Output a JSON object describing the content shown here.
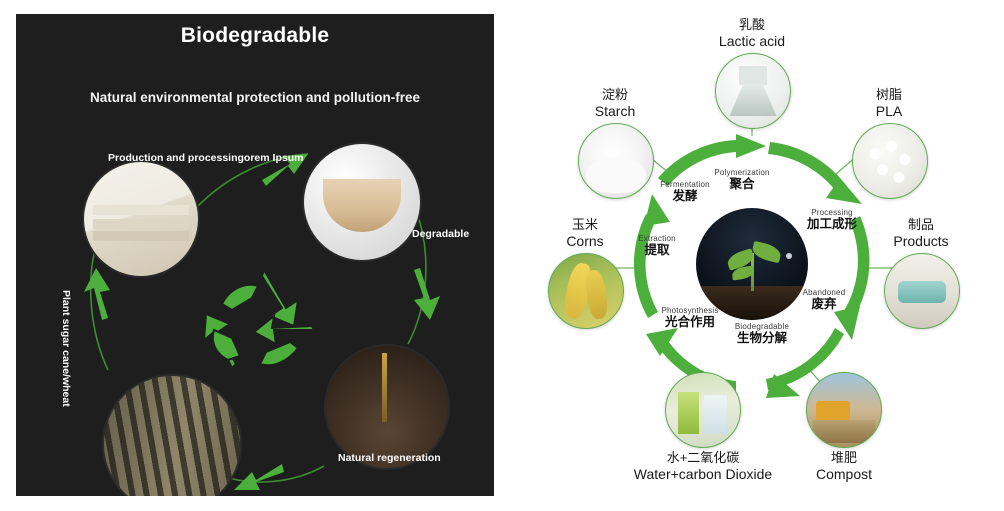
{
  "left_panel": {
    "title": "Biodegradable",
    "subtitle": "Natural environmental protection and pollution-free",
    "background_color": "#1e1e1e",
    "accent_color": "#4caf3c",
    "recycle_icon": "recycle-icon",
    "labels": [
      {
        "id": "production",
        "text": "Production and processingorem Ipsum"
      },
      {
        "id": "degradable",
        "text": "Degradable"
      },
      {
        "id": "regeneration",
        "text": "Natural regeneration"
      },
      {
        "id": "plant",
        "text": "Plant sugar cane/wheat"
      }
    ],
    "photos": [
      {
        "id": "boards",
        "alt": "stacked-biodegradable-boards"
      },
      {
        "id": "bowl",
        "alt": "biodegradable-bowl"
      },
      {
        "id": "soil",
        "alt": "soil-with-sprout"
      },
      {
        "id": "cane",
        "alt": "sugar-cane-stalks"
      }
    ]
  },
  "right_panel": {
    "accent_color": "#4caf3c",
    "center": {
      "alt": "sprout-growing-in-soil"
    },
    "outer_nodes": [
      {
        "id": "lactic-acid",
        "cn": "乳酸",
        "en": "Lactic acid",
        "caption_position": "above"
      },
      {
        "id": "starch",
        "cn": "淀粉",
        "en": "Starch",
        "caption_position": "above"
      },
      {
        "id": "pla",
        "cn": "树脂",
        "en": "PLA",
        "caption_position": "above"
      },
      {
        "id": "corns",
        "cn": "玉米",
        "en": "Corns",
        "caption_position": "above"
      },
      {
        "id": "products",
        "cn": "制品",
        "en": "Products",
        "caption_position": "above"
      },
      {
        "id": "water-carbon-dioxide",
        "cn": "水+二氧化碳",
        "en": "Water+carbon Dioxide",
        "caption_position": "below"
      },
      {
        "id": "compost",
        "cn": "堆肥",
        "en": "Compost",
        "caption_position": "below"
      }
    ],
    "ring_labels": [
      {
        "id": "polymerization",
        "en": "Polymerization",
        "cn": "聚合"
      },
      {
        "id": "fermentation",
        "en": "Fermentation",
        "cn": "发酵"
      },
      {
        "id": "extraction",
        "en": "Extraction",
        "cn": "提取"
      },
      {
        "id": "photosynthesis",
        "en": "Photosynthesis",
        "cn": "光合作用"
      },
      {
        "id": "biodegradable",
        "en": "Biodegradable",
        "cn": "生物分解"
      },
      {
        "id": "abandoned",
        "en": "Abandoned",
        "cn": "废弃"
      },
      {
        "id": "processing",
        "en": "Processing",
        "cn": "加工成形"
      }
    ]
  }
}
